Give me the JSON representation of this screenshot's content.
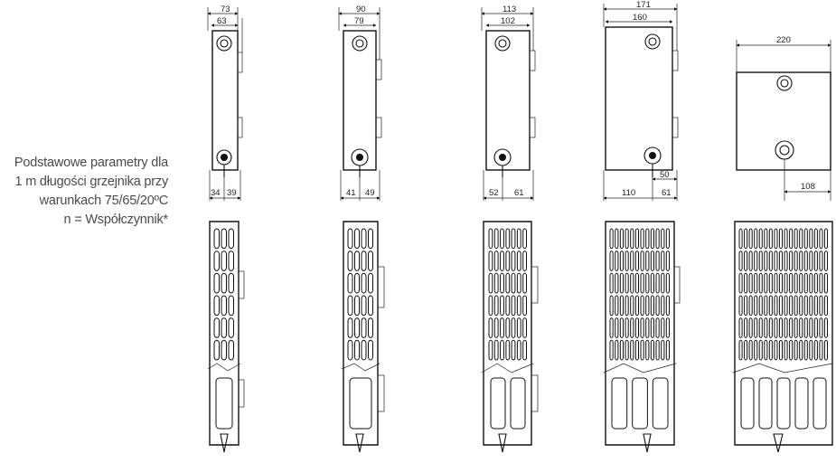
{
  "caption": {
    "line1": "Podstawowe parametry dla",
    "line2": "1 m długości grzejnika przy",
    "line3": "warunkach 75/65/20ºC",
    "line4": "n = Współczynnik*"
  },
  "colors": {
    "line": "#111111",
    "text": "#4a4a4a"
  },
  "radiators": [
    {
      "type": "single",
      "top_outer": "73",
      "top_inner": "63",
      "bottom_left": "34",
      "bottom_right": "39"
    },
    {
      "type": "single",
      "top_outer": "90",
      "top_inner": "79",
      "bottom_left": "41",
      "bottom_right": "49"
    },
    {
      "type": "single",
      "top_outer": "113",
      "top_inner": "102",
      "bottom_left": "52",
      "bottom_right": "61"
    },
    {
      "type": "double",
      "top_outer": "171",
      "top_inner": "160",
      "side": "50",
      "bottom_left": "110",
      "bottom_right": "61"
    },
    {
      "type": "front",
      "top": "220",
      "bottom": "108"
    }
  ]
}
